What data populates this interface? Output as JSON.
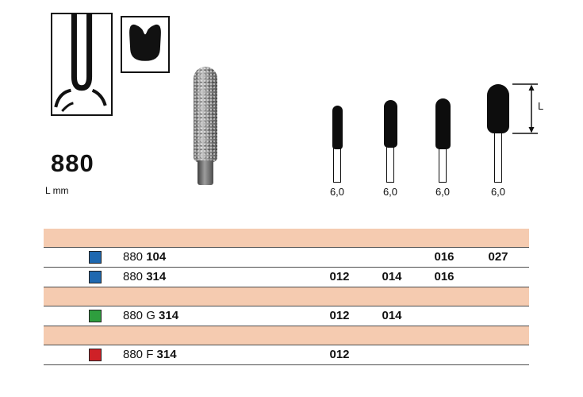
{
  "figure": {
    "product_number": "880",
    "length_unit_label": "L mm",
    "dimension_label": "L",
    "measurements": [
      "6,0",
      "6,0",
      "6,0",
      "6,0"
    ]
  },
  "table": {
    "band_color": "#f5cbb0",
    "rows": [
      {
        "type": "band"
      },
      {
        "type": "item",
        "swatch_name": "blue",
        "swatch_color": "#1e68b0",
        "code_prefix": "880 ",
        "code_bold": "104",
        "sizes": [
          "",
          "",
          "016",
          "027"
        ]
      },
      {
        "type": "item",
        "swatch_name": "blue",
        "swatch_color": "#1e68b0",
        "code_prefix": "880 ",
        "code_bold": "314",
        "sizes": [
          "012",
          "014",
          "016",
          ""
        ]
      },
      {
        "type": "band"
      },
      {
        "type": "item",
        "swatch_name": "green",
        "swatch_color": "#2e9e3e",
        "code_prefix": "880 G ",
        "code_bold": "314",
        "sizes": [
          "012",
          "014",
          "",
          ""
        ]
      },
      {
        "type": "band"
      },
      {
        "type": "item",
        "swatch_name": "red",
        "swatch_color": "#cf2127",
        "code_prefix": "880 F ",
        "code_bold": "314",
        "sizes": [
          "012",
          "",
          "",
          ""
        ]
      }
    ]
  }
}
